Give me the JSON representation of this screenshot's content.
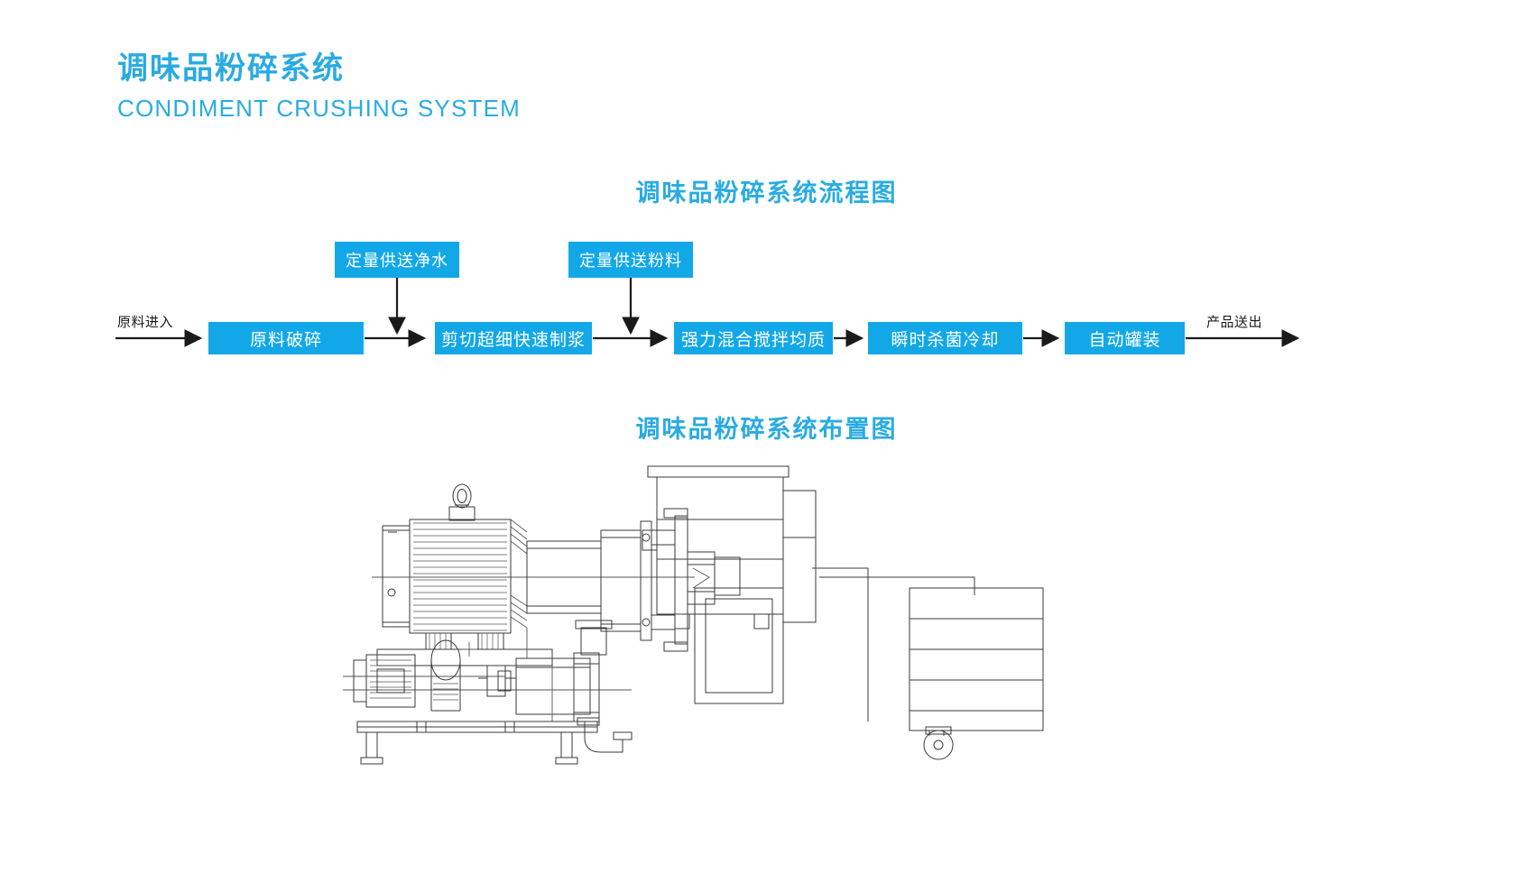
{
  "header": {
    "title_cn": "调味品粉碎系统",
    "title_en": "CONDIMENT CRUSHING SYSTEM",
    "accent_color": "#29abe2"
  },
  "sections": {
    "flow_heading": "调味品粉碎系统流程图",
    "layout_heading": "调味品粉碎系统布置图"
  },
  "flow_chart": {
    "box_color": "#12a8e8",
    "box_text_color": "#ffffff",
    "arrow_color": "#1a1a1a",
    "input_label": "原料进入",
    "output_label": "产品送出",
    "feeders": [
      {
        "label": "定量供送净水",
        "feeds_into": "剪切超细快速制浆"
      },
      {
        "label": "定量供送粉料",
        "feeds_into": "强力混合搅拌均质"
      }
    ],
    "stages": [
      {
        "label": "原料破碎"
      },
      {
        "label": "剪切超细快速制浆"
      },
      {
        "label": "强力混合搅拌均质"
      },
      {
        "label": "瞬时杀菌冷却"
      },
      {
        "label": "自动罐装"
      }
    ]
  },
  "layout_drawing": {
    "description": "调味品粉碎系统设备布置线框图",
    "line_color": "#333333",
    "components": [
      {
        "name": "电机",
        "role": "drive-motor"
      },
      {
        "name": "剪切泵",
        "role": "shear-pump"
      },
      {
        "name": "高剪切混合机",
        "role": "high-shear-mixer"
      },
      {
        "name": "料罐",
        "role": "process-tank"
      },
      {
        "name": "小型泵组",
        "role": "auxiliary-pump"
      },
      {
        "name": "机架",
        "role": "base-frame"
      },
      {
        "name": "移动台车",
        "role": "trolley"
      }
    ]
  }
}
